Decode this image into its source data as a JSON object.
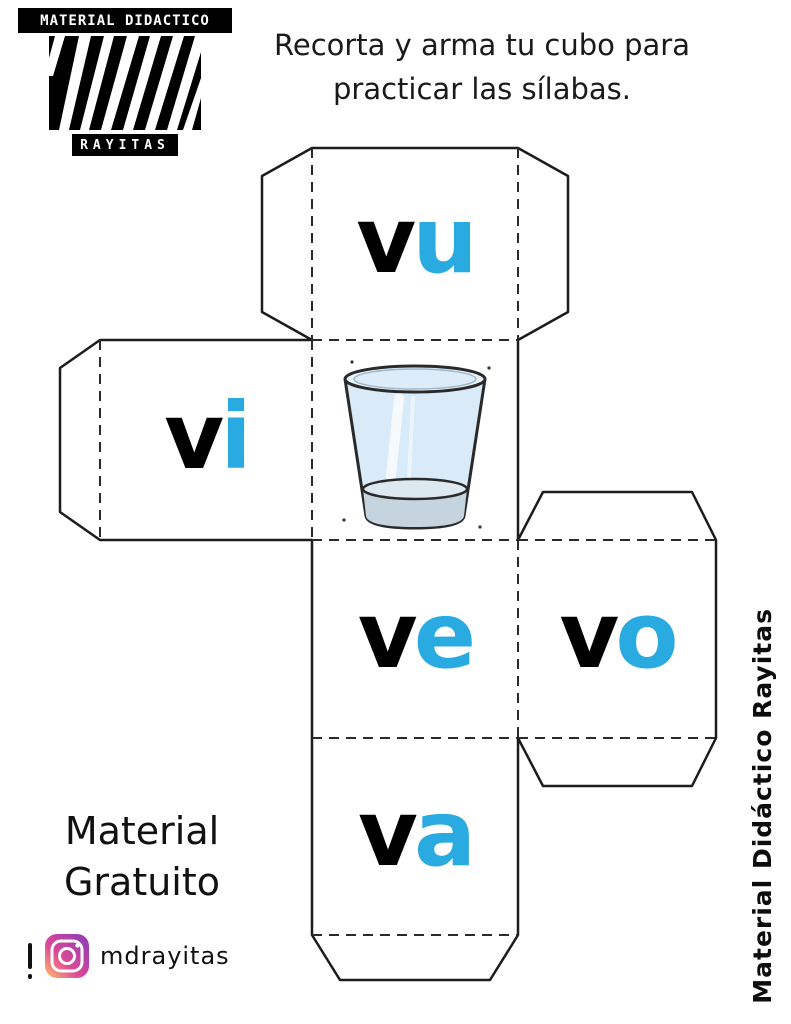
{
  "header": {
    "instruction_line1": "Recorta y arma tu cubo para",
    "instruction_line2": "practicar las sílabas."
  },
  "logo": {
    "title": "MATERIAL DIDACTICO",
    "subtitle": "RAYITAS"
  },
  "cube_net": {
    "picture_face": "glass-of-water",
    "syllables": [
      {
        "face": "top",
        "consonant": "v",
        "vowel": "u"
      },
      {
        "face": "left",
        "consonant": "v",
        "vowel": "i"
      },
      {
        "face": "front",
        "consonant": "v",
        "vowel": "e"
      },
      {
        "face": "right",
        "consonant": "v",
        "vowel": "o"
      },
      {
        "face": "bottom",
        "consonant": "v",
        "vowel": "a"
      }
    ]
  },
  "footer": {
    "free_line1": "Material",
    "free_line2": "Gratuito",
    "instagram_handle": "mdrayitas"
  },
  "side": {
    "vertical_credit": "Material Didáctico Rayitas"
  },
  "colors": {
    "vowel_blue": "#29abe2",
    "letter_black": "#000000",
    "outline": "#1c1c1c"
  }
}
